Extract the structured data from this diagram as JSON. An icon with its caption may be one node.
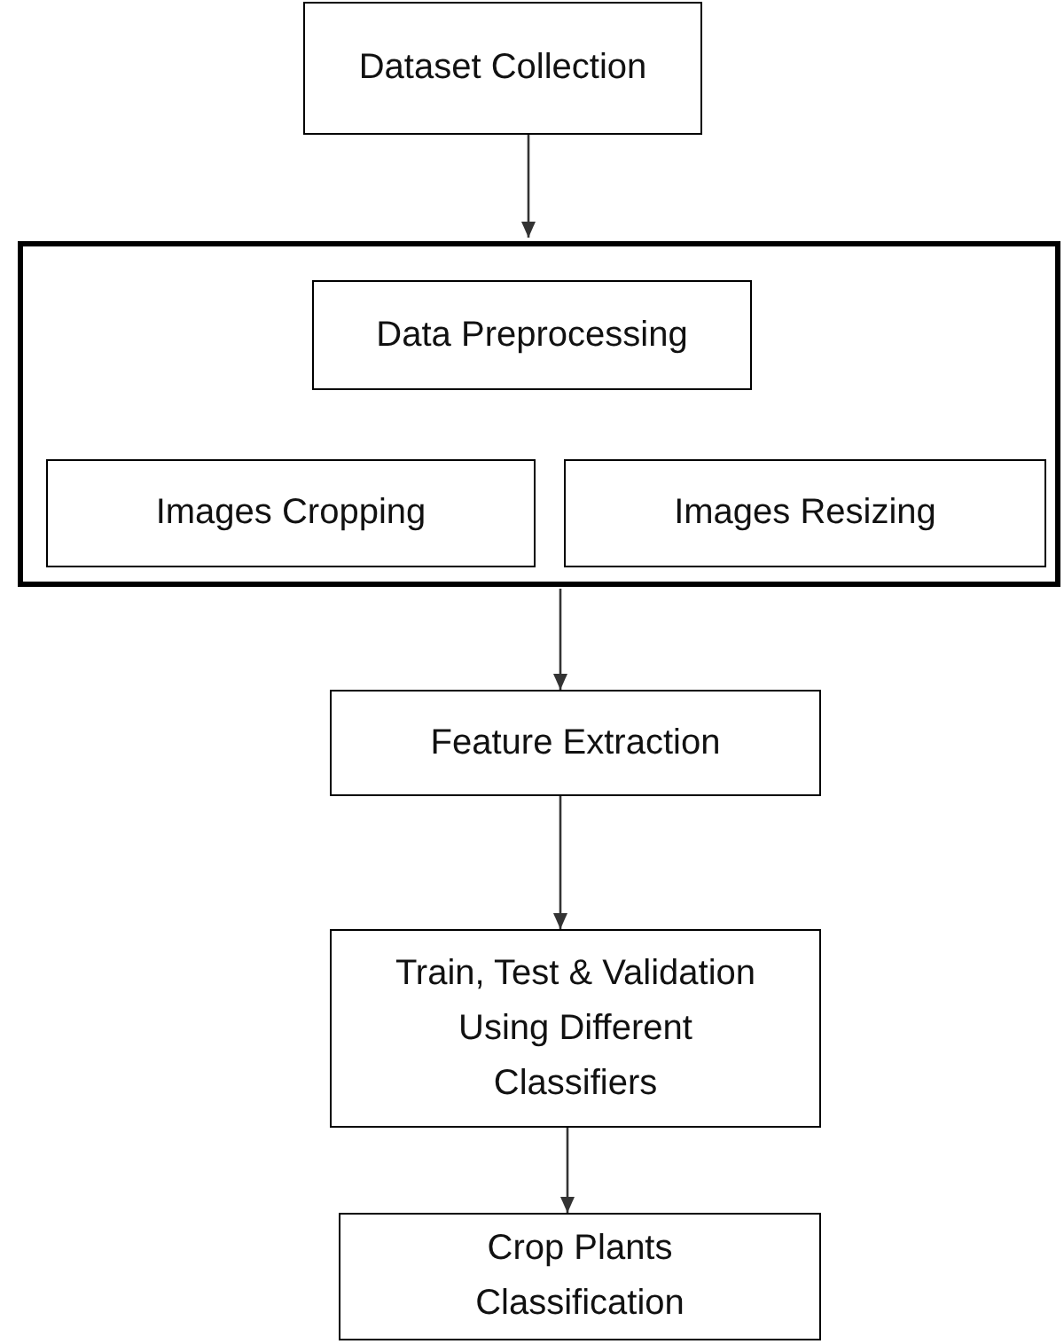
{
  "diagram": {
    "nodes": [
      {
        "text": [
          "Dataset Collection"
        ]
      },
      {
        "text": [],
        "shape": "box"
      },
      {
        "text": [
          "Data Preprocessing"
        ],
        "in": 1
      },
      {
        "text": [
          "Images Cropping"
        ],
        "in": 1
      },
      {
        "text": [
          "Images Resizing"
        ],
        "in": 1
      },
      {
        "text": [
          "Feature Extraction"
        ]
      },
      {
        "text": [
          "Train, Test & Validation Using Different Classifiers"
        ]
      },
      {
        "text": [
          "Crop Plants Classification"
        ]
      }
    ],
    "edges": [
      {
        "from": 0,
        "to": 1,
        "arrow": "to"
      },
      {
        "from": 1,
        "to": 5,
        "arrow": "to"
      },
      {
        "from": 5,
        "to": 6,
        "arrow": "to"
      },
      {
        "from": 6,
        "to": 7,
        "arrow": "to"
      }
    ]
  }
}
